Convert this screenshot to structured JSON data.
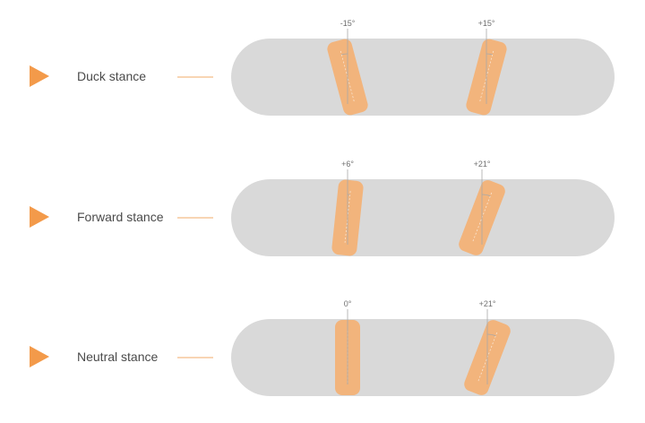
{
  "colors": {
    "accent": "#F39A4A",
    "board": "#D9D9D9",
    "binding": "#F2B47C",
    "text": "#4A4A4A",
    "guide": "#A8A8A8",
    "connector": "#F6C79B"
  },
  "icons": {
    "row_marker": "triangle-right-icon"
  },
  "stances": [
    {
      "label": "Duck stance",
      "bindings": [
        {
          "angle": -15,
          "angle_label": "-15°"
        },
        {
          "angle": 15,
          "angle_label": "+15°"
        }
      ]
    },
    {
      "label": "Forward stance",
      "bindings": [
        {
          "angle": 6,
          "angle_label": "+6°"
        },
        {
          "angle": 21,
          "angle_label": "+21°"
        }
      ]
    },
    {
      "label": "Neutral stance",
      "bindings": [
        {
          "angle": 0,
          "angle_label": "0°"
        },
        {
          "angle": 21,
          "angle_label": "+21°"
        }
      ]
    }
  ]
}
